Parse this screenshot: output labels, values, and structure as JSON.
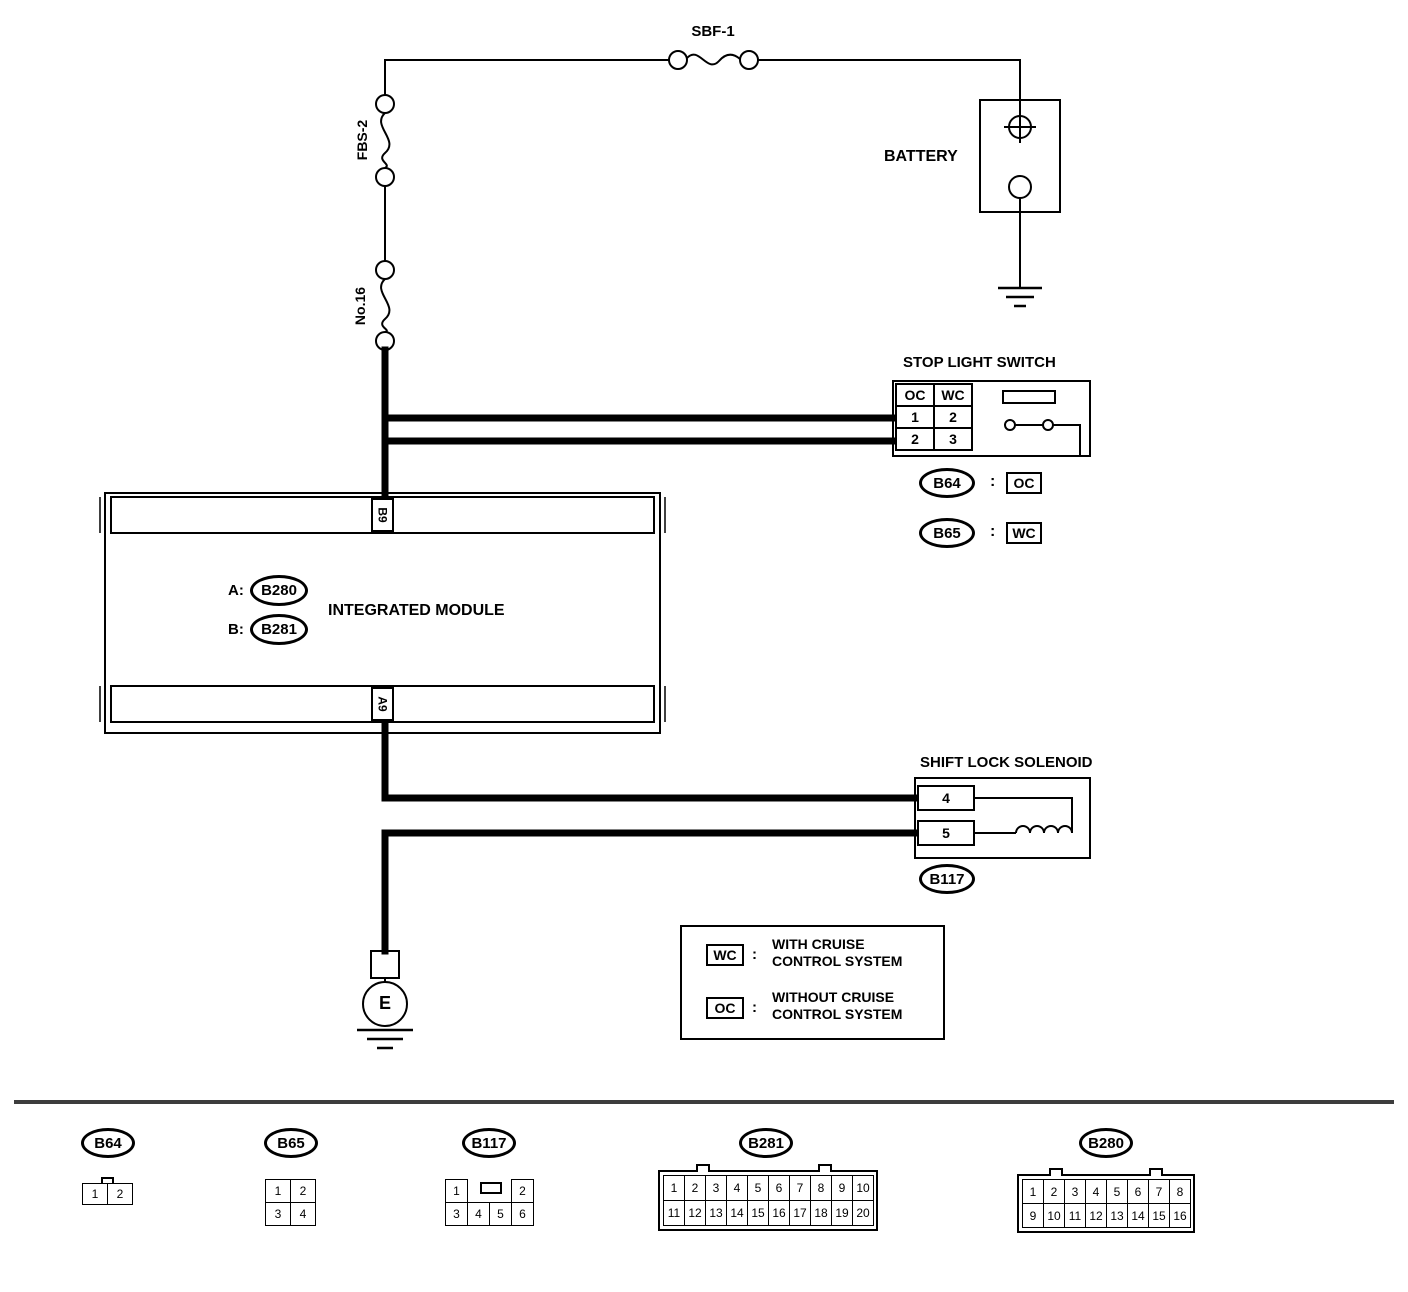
{
  "punct": {
    "colon": ":"
  },
  "diagram": {
    "fuse_sbf1": "SBF-1",
    "fuse_fbs2": "FBS-2",
    "fuse_no16": "No.16",
    "battery_label": "BATTERY",
    "stop_light_switch": {
      "title": "STOP LIGHT SWITCH",
      "grid": [
        [
          "OC",
          "WC"
        ],
        [
          "1",
          "2"
        ],
        [
          "2",
          "3"
        ]
      ],
      "refs": [
        {
          "id": "B64",
          "tag": "OC"
        },
        {
          "id": "B65",
          "tag": "WC"
        }
      ]
    },
    "integrated_module": {
      "title": "INTEGRATED MODULE",
      "conn_a_label": "A:",
      "conn_a_ref": "B280",
      "conn_b_label": "B:",
      "conn_b_ref": "B281",
      "top_pin": "B9",
      "bottom_pin": "A9"
    },
    "shift_lock_solenoid": {
      "title": "SHIFT LOCK SOLENOID",
      "pin_top": "4",
      "pin_bottom": "5",
      "ref": "B117"
    },
    "ground_label": "E",
    "legend": {
      "items": [
        {
          "tag": "WC",
          "line1": "WITH CRUISE",
          "line2": "CONTROL SYSTEM"
        },
        {
          "tag": "OC",
          "line1": "WITHOUT CRUISE",
          "line2": "CONTROL SYSTEM"
        }
      ]
    }
  },
  "pinouts": [
    {
      "id": "B64",
      "rows": [
        [
          "1",
          "2"
        ]
      ]
    },
    {
      "id": "B65",
      "rows": [
        [
          "1",
          "2"
        ],
        [
          "3",
          "4"
        ]
      ]
    },
    {
      "id": "B117",
      "rows": [
        [
          "1",
          "",
          "",
          "2"
        ],
        [
          "3",
          "4",
          "5",
          "6"
        ]
      ]
    },
    {
      "id": "B281",
      "rows": [
        [
          "1",
          "2",
          "3",
          "4",
          "5",
          "6",
          "7",
          "8",
          "9",
          "10"
        ],
        [
          "11",
          "12",
          "13",
          "14",
          "15",
          "16",
          "17",
          "18",
          "19",
          "20"
        ]
      ]
    },
    {
      "id": "B280",
      "rows": [
        [
          "1",
          "2",
          "3",
          "4",
          "5",
          "6",
          "7",
          "8"
        ],
        [
          "9",
          "10",
          "11",
          "12",
          "13",
          "14",
          "15",
          "16"
        ]
      ]
    }
  ]
}
